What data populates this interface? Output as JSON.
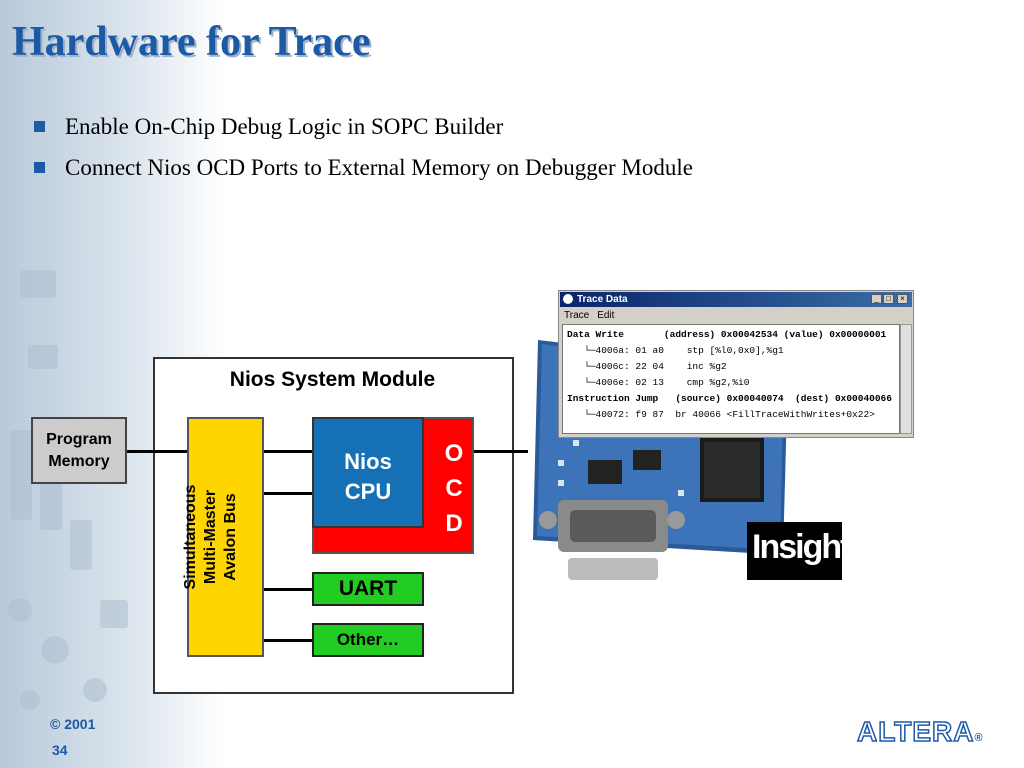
{
  "slide": {
    "title": "Hardware for Trace",
    "bullets": [
      "Enable On-Chip Debug Logic in SOPC Builder",
      "Connect Nios OCD Ports to External Memory on Debugger Module"
    ]
  },
  "diagram": {
    "module_title": "Nios System Module",
    "program_memory": [
      "Program",
      "Memory"
    ],
    "bus": [
      "Simultaneous",
      "Multi-Master",
      "Avalon Bus"
    ],
    "cpu": [
      "Nios",
      "CPU"
    ],
    "ocd": [
      "O",
      "C",
      "D"
    ],
    "uart": "UART",
    "other": "Other…"
  },
  "trace_window": {
    "title": "Trace Data",
    "menu": [
      "Trace",
      "Edit"
    ],
    "rows": [
      "Data Write       (address) 0x00042534 (value) 0x00000001",
      "   └─4006a: 01 a0    stp [%l0,0x0],%g1",
      "   └─4006c: 22 04    inc %g2",
      "   └─4006e: 02 13    cmp %g2,%i0",
      "Instruction Jump   (source) 0x00040074  (dest) 0x00040066",
      "   └─40072: f9 87  br 40066 <FillTraceWithWrites+0x22>"
    ]
  },
  "insight_logo": "Insight",
  "footer": {
    "copyright": "© 2001",
    "page_number": "34",
    "brand": "ALTERA"
  },
  "colors": {
    "title": "#1c5aa6",
    "bus": "#ffd500",
    "cpu": "#1670b6",
    "ocd": "#ff0000",
    "peripheral": "#22cc22",
    "program_memory": "#cccccc"
  }
}
